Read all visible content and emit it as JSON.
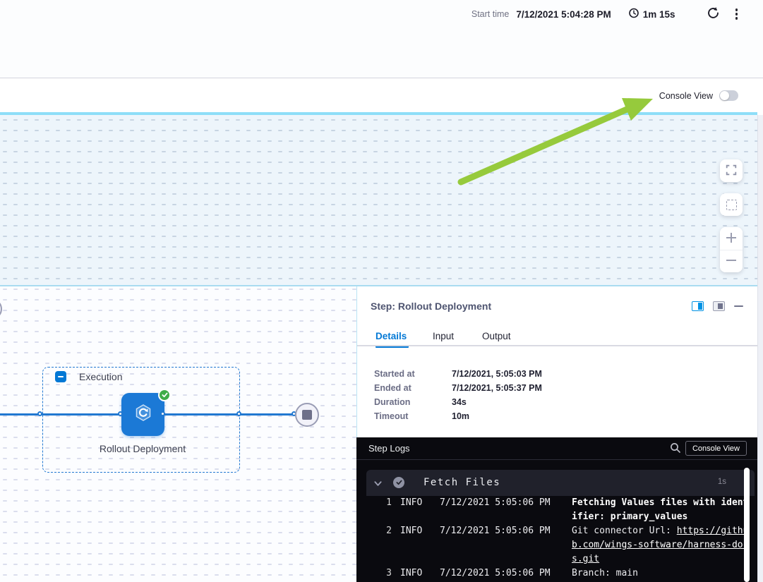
{
  "header": {
    "start_time_label": "Start time",
    "start_time_value": "7/12/2021 5:04:28 PM",
    "duration": "1m 15s"
  },
  "console_toggle": {
    "label": "Console View",
    "state": "off"
  },
  "colors": {
    "accent_blue": "#0278d5",
    "success_green": "#3fac49",
    "arrow_green": "#96ca3c",
    "cyan_line": "#8ddef8"
  },
  "canvas": {
    "zoom_controls": [
      "fullscreen",
      "fit-selection",
      "zoom-in",
      "zoom-out"
    ]
  },
  "graph": {
    "group_label": "Execution",
    "node_label": "Rollout Deployment",
    "node_status": "success"
  },
  "step_panel": {
    "title": "Step: Rollout Deployment",
    "tabs": [
      {
        "label": "Details",
        "active": true
      },
      {
        "label": "Input",
        "active": false
      },
      {
        "label": "Output",
        "active": false
      }
    ],
    "details": [
      {
        "label": "Started at",
        "value": "7/12/2021, 5:05:03 PM"
      },
      {
        "label": "Ended at",
        "value": "7/12/2021, 5:05:37 PM"
      },
      {
        "label": "Duration",
        "value": "34s"
      },
      {
        "label": "Timeout",
        "value": "10m"
      }
    ]
  },
  "step_logs": {
    "title": "Step Logs",
    "console_view_button": "Console View",
    "section": {
      "name": "Fetch Files",
      "duration": "1s",
      "status": "success"
    },
    "entries": [
      {
        "num": "1",
        "level": "INFO",
        "time": "7/12/2021 5:05:06 PM",
        "segments": [
          {
            "text": "Fetching Values files with identifier: primary_values",
            "style": "bold"
          }
        ]
      },
      {
        "num": "2",
        "level": "INFO",
        "time": "7/12/2021 5:05:06 PM",
        "segments": [
          {
            "text": "Git connector Url: ",
            "style": "normal"
          },
          {
            "text": "https://github.com/wings-software/harness-docs.git",
            "style": "link"
          }
        ]
      },
      {
        "num": "3",
        "level": "INFO",
        "time": "7/12/2021 5:05:06 PM",
        "segments": [
          {
            "text": "Branch: main",
            "style": "normal"
          }
        ]
      }
    ]
  }
}
